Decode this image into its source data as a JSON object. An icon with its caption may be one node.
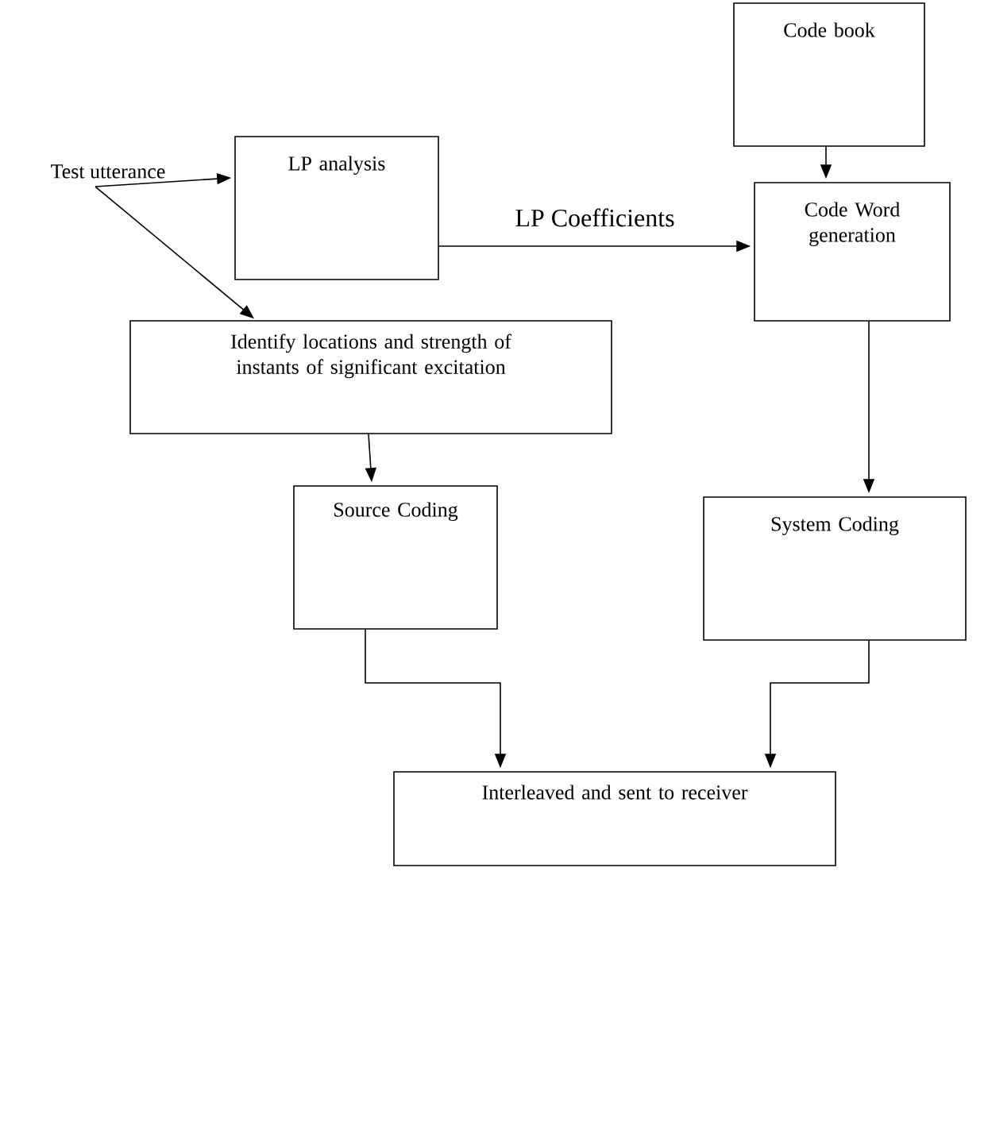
{
  "diagram": {
    "nodes": [
      {
        "text": [
          "Test utterance"
        ]
      },
      {
        "text": [
          "LP analysis"
        ]
      },
      {
        "text": [
          "Code book"
        ]
      },
      {
        "text": [
          "Code Word generation"
        ]
      },
      {
        "text": [
          "Identify locations and strength of instants of significant excitation"
        ]
      },
      {
        "text": [
          "Source Coding"
        ]
      },
      {
        "text": [
          "System Coding"
        ]
      },
      {
        "text": [
          "Interleaved and sent to receiver"
        ]
      }
    ],
    "edges": [
      {
        "from": 0,
        "to": 1,
        "arrow": "to"
      },
      {
        "from": 0,
        "to": 4,
        "arrow": "to"
      },
      {
        "from": 1,
        "to": 3,
        "arrow": "to",
        "label": "LP Coefficients"
      },
      {
        "from": 2,
        "to": 3,
        "arrow": "to"
      },
      {
        "from": 4,
        "to": 5,
        "arrow": "to"
      },
      {
        "from": 3,
        "to": 6,
        "arrow": "to"
      },
      {
        "from": 5,
        "to": 7,
        "arrow": "to"
      },
      {
        "from": 6,
        "to": 7,
        "arrow": "to"
      }
    ]
  }
}
